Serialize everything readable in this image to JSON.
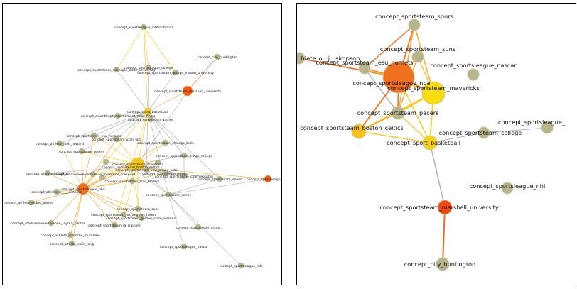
{
  "left_graph": {
    "nodes": [
      {
        "id": "intl",
        "label": "concept_sportsleague_international",
        "color": "#b8b48c",
        "size": 4
      },
      {
        "id": "huntington",
        "label": "concept_city_huntington",
        "color": "#b8b48c",
        "size": 4
      },
      {
        "id": "college",
        "label": "concept_sportsleague_college",
        "color": "#b8b48c",
        "size": 4
      },
      {
        "id": "msu",
        "label": "concept_sportsteam_michigan_state_university",
        "color": "#b8b48c",
        "size": 4
      },
      {
        "id": "gmu",
        "label": "concept_sportsteam_george_mason_university",
        "color": "#b8b48c",
        "size": 4
      },
      {
        "id": "marshall",
        "label": "concept_sportsteam_marshall_university",
        "color": "#f05a10",
        "size": 7
      },
      {
        "id": "bball",
        "label": "concept_sport_basketball",
        "color": "#f5c518",
        "size": 5
      },
      {
        "id": "ncaa",
        "label": "concept_awardtrophytournament_ncaa_finals",
        "color": "#b8b48c",
        "size": 4
      },
      {
        "id": "games",
        "label": "concept_convention_games",
        "color": "#b8b48c",
        "size": 4
      },
      {
        "id": "esu",
        "label": "concept_sportsteam_esu_hornets",
        "color": "#b8b48c",
        "size": 4
      },
      {
        "id": "utah",
        "label": "concept_sportsteam_utah_jazz",
        "color": "#b8b48c",
        "size": 4
      },
      {
        "id": "howard",
        "label": "concept_athlete_josh_howard",
        "color": "#b8b48c",
        "size": 4
      },
      {
        "id": "bulls",
        "label": "concept_sportsteam_chicago_bulls",
        "color": "#b8b48c",
        "size": 4
      },
      {
        "id": "pacers",
        "label": "concept_sportsteam_pacers",
        "color": "#b8b48c",
        "size": 4
      },
      {
        "id": "kings",
        "label": "concept_sportsteam_kings_college",
        "color": "#b8b48c",
        "size": 4
      },
      {
        "id": "mavs",
        "label": "concept_sportsteam_mavericks",
        "color": "#f5c518",
        "size": 9
      },
      {
        "id": "nets",
        "label": "concept_sportsteam_new_jersey_nets",
        "color": "#b8b48c",
        "size": 4
      },
      {
        "id": "hawks",
        "label": "concept_sportsteam_hawks",
        "color": "#b8b48c",
        "size": 4
      },
      {
        "id": "champ",
        "label": "concept_sportsgame_championship",
        "color": "#b8b48c",
        "size": 4
      },
      {
        "id": "celtics",
        "label": "concept_sportsteam_boston_celtics",
        "color": "#f5c518",
        "size": 5
      },
      {
        "id": "devils",
        "label": "concept_sportsteam_devils",
        "color": "#b8b48c",
        "size": 4
      },
      {
        "id": "lgright",
        "label": "concept_sportsleague",
        "color": "#f05a10",
        "size": 5
      },
      {
        "id": "mem",
        "label": "concept_stadiumoreventvenue_memorial_coliseum",
        "color": "#b8b48c",
        "size": 4
      },
      {
        "id": "blazers",
        "label": "concept_sportsteam_trail_blazers",
        "color": "#b8b48c",
        "size": 4
      },
      {
        "id": "comp",
        "label": "concept_athlete_compton",
        "color": "#b8b48c",
        "size": 4
      },
      {
        "id": "nba",
        "label": "concept_sportsleague_nba",
        "color": "#f07020",
        "size": 8
      },
      {
        "id": "ojs",
        "label": "concept_athlete_o__j__simpson",
        "color": "#b8b48c",
        "size": 4
      },
      {
        "id": "shane",
        "label": "concept_athlete_shane_battier",
        "color": "#b8b48c",
        "size": 4
      },
      {
        "id": "series",
        "label": "concept_sportsgame_series",
        "color": "#b8b48c",
        "size": 4
      },
      {
        "id": "toyota",
        "label": "concept_stadiumoreventvenue_toyota_center",
        "color": "#b8b48c",
        "size": 4
      },
      {
        "id": "suns",
        "label": "concept_sportsteam_suns",
        "color": "#b8b48c",
        "size": 4
      },
      {
        "id": "lakers",
        "label": "concept_sportsteam_los_angeles_lakers",
        "color": "#b8b48c",
        "size": 4
      },
      {
        "id": "warriors",
        "label": "concept_sportsteam_golden_state_warriors",
        "color": "#b8b48c",
        "size": 4
      },
      {
        "id": "dikembe",
        "label": "concept_athlete_dikembe_mutombo",
        "color": "#b8b48c",
        "size": 4
      },
      {
        "id": "clippers",
        "label": "concept_sportsteam_la_clippers",
        "color": "#b8b48c",
        "size": 4
      },
      {
        "id": "astros",
        "label": "concept_sportsteam_astros",
        "color": "#b8b48c",
        "size": 4
      },
      {
        "id": "colin",
        "label": "concept_athlete_colin_long",
        "color": "#b8b48c",
        "size": 4
      },
      {
        "id": "nascar",
        "label": "concept_sportsleague_nascar",
        "color": "#b8b48c",
        "size": 4
      },
      {
        "id": "mls",
        "label": "concept_sportsleague_mls",
        "color": "#b8b48c",
        "size": 4
      },
      {
        "id": "c1",
        "label": "",
        "color": "#b8b48c",
        "size": 4
      },
      {
        "id": "c2",
        "label": "",
        "color": "#b8b48c",
        "size": 4
      },
      {
        "id": "c3",
        "label": "",
        "color": "#b8b48c",
        "size": 4
      }
    ]
  },
  "right_graph": {
    "nodes": [
      {
        "id": "spurs",
        "label": "concept_sportsteam_spurs",
        "color": "#b8b48c",
        "size": 8
      },
      {
        "id": "ojs",
        "label": "hlete_o__j__simpson",
        "color": "#b8b48c",
        "size": 8
      },
      {
        "id": "suns",
        "label": "concept_sportsteam_suns",
        "color": "#b8b48c",
        "size": 8
      },
      {
        "id": "esu",
        "label": "concept_sportsteam_esu_hornets",
        "color": "#b8b48c",
        "size": 8
      },
      {
        "id": "nba",
        "label": "concept_sportsleague_nba",
        "color": "#f07020",
        "size": 22
      },
      {
        "id": "nascar",
        "label": "concept_sportsleague_nascar",
        "color": "#b8b48c",
        "size": 8
      },
      {
        "id": "mavs",
        "label": "concept_sportsteam_mavericks",
        "color": "#f8dc10",
        "size": 16
      },
      {
        "id": "pacers",
        "label": "concept_sportsteam_pacers",
        "color": "#b8b48c",
        "size": 9
      },
      {
        "id": "celtics",
        "label": "concept_sportsteam_boston_celtics",
        "color": "#f8c218",
        "size": 10
      },
      {
        "id": "league_r",
        "label": "concept_sportsleague_",
        "color": "#b8b48c",
        "size": 8
      },
      {
        "id": "college",
        "label": "concept_sportsteam_college",
        "color": "#b8b48c",
        "size": 8
      },
      {
        "id": "bball",
        "label": "concept_sport_basketball",
        "color": "#f8d418",
        "size": 10
      },
      {
        "id": "nhl",
        "label": "concept_sportsleague_nhl",
        "color": "#b8b48c",
        "size": 8
      },
      {
        "id": "marshall",
        "label": "concept_sportsteam_marshall_university",
        "color": "#f04a10",
        "size": 10
      },
      {
        "id": "huntington",
        "label": "concept_city_huntington",
        "color": "#b8b48c",
        "size": 9
      }
    ]
  }
}
